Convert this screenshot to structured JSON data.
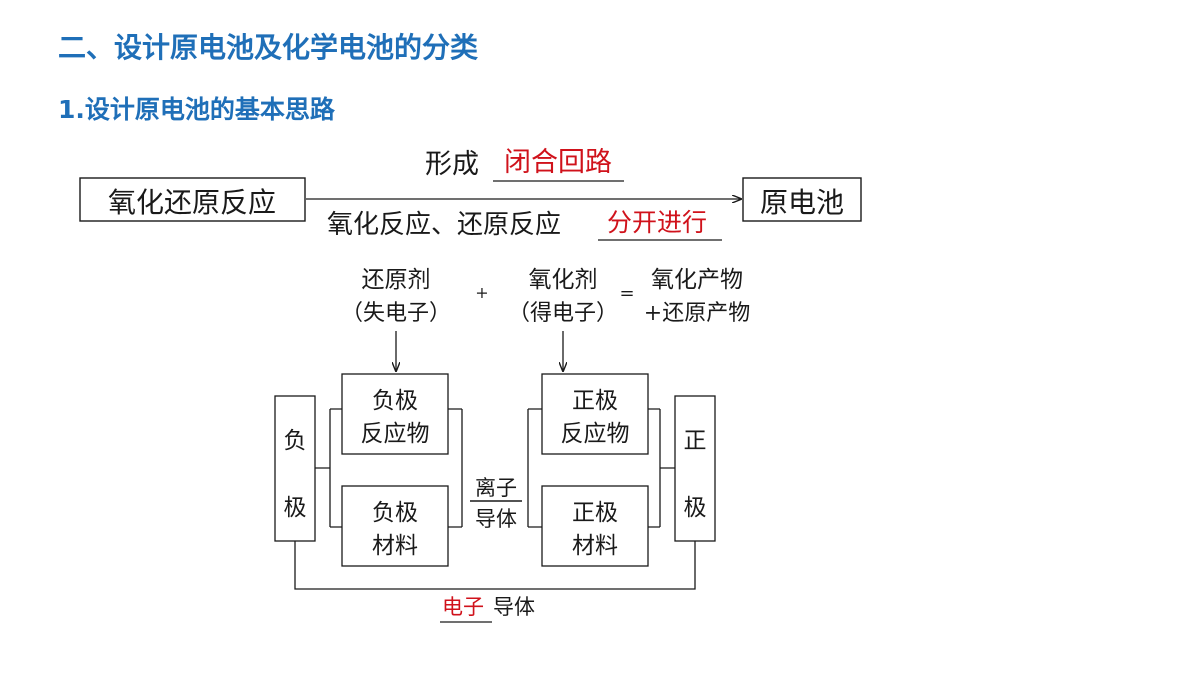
{
  "headings": {
    "section": "二、设计原电池及化学电池的分类",
    "subsection": "1.设计原电池的基本思路"
  },
  "flow": {
    "left_box": "氧化还原反应",
    "right_box": "原电池",
    "top_prefix": "形成",
    "top_answer": "闭合回路",
    "bottom_prefix": "氧化反应、还原反应",
    "bottom_answer": "分开进行"
  },
  "equation": {
    "reductant": "还原剂",
    "reductant_note": "（失电子）",
    "plus": "+",
    "oxidant": "氧化剂",
    "oxidant_note": "（得电子）",
    "equals": "=",
    "products_line1": "氧化产物",
    "products_line2": "+还原产物"
  },
  "cell": {
    "negative_electrode_c1": "负",
    "negative_electrode_c2": "极",
    "neg_reactant_l1": "负极",
    "neg_reactant_l2": "反应物",
    "neg_material_l1": "负极",
    "neg_material_l2": "材料",
    "ion_l1": "离子",
    "ion_l2": "导体",
    "pos_reactant_l1": "正极",
    "pos_reactant_l2": "反应物",
    "pos_material_l1": "正极",
    "pos_material_l2": "材料",
    "positive_electrode_c1": "正",
    "positive_electrode_c2": "极",
    "bottom_answer": "电子",
    "bottom_suffix": "导体"
  },
  "colors": {
    "heading": "#1f6fb8",
    "answer": "#d0121b",
    "line": "#1a1a1a"
  }
}
